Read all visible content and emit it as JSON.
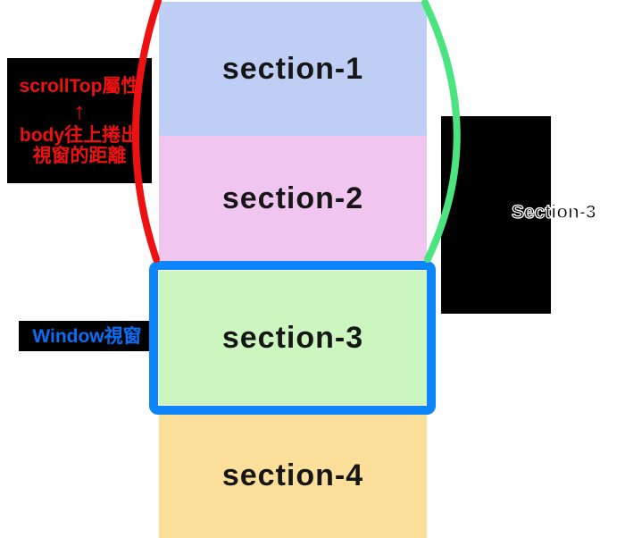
{
  "diagram": {
    "sections": [
      {
        "label": "section-1",
        "color": "#bfcef5"
      },
      {
        "label": "section-2",
        "color": "#f0c6f0"
      },
      {
        "label": "section-3",
        "color": "#ccf6bf"
      },
      {
        "label": "section-4",
        "color": "#fcdf9a"
      }
    ],
    "scrolltop_annotation": {
      "title": "scrollTop屬性",
      "arrow": "↑",
      "desc_line1": "body往上捲出",
      "desc_line2": "視窗的距離",
      "text_color": "#ee1111",
      "bg_color": "#000000"
    },
    "window_annotation": {
      "text": "Window視窗",
      "text_color": "#0a6ef5",
      "bg_color": "#000000"
    },
    "offset_annotation": {
      "text": "Section-3",
      "text_color": "#000000",
      "outline_color": "#ffffff",
      "bg_color": "#000000"
    },
    "colors": {
      "viewport_border": "#0c84fb",
      "scroll_brace": "#ee1111",
      "offset_brace": "#4ce381"
    }
  }
}
